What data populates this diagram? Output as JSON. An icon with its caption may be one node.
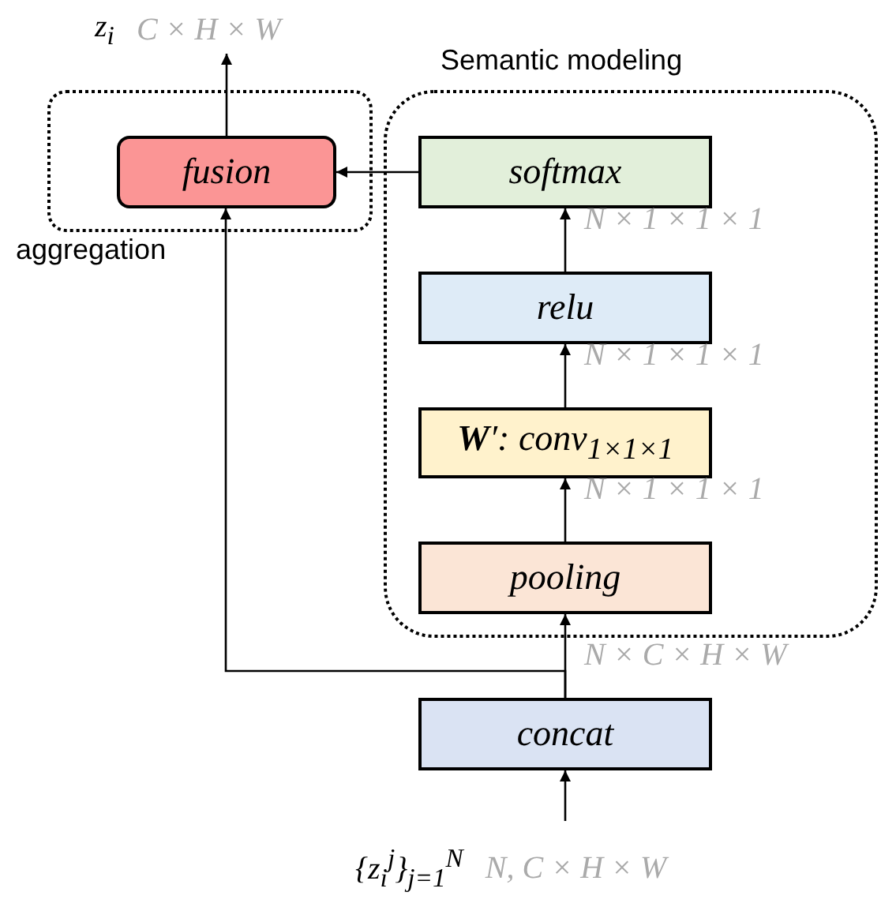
{
  "diagram": {
    "nodes": [
      {
        "text": [
          "aggregation"
        ]
      },
      {
        "text": [
          "fusion"
        ],
        "in": 0
      },
      {
        "text": [
          "Semantic modeling"
        ]
      },
      {
        "text": [
          "softmax"
        ],
        "in": 2
      },
      {
        "text": [
          "relu"
        ],
        "in": 2
      },
      {
        "text": [
          "**W**′: *conv*$_{1×1×1}$"
        ],
        "in": 2
      },
      {
        "text": [
          "pooling"
        ],
        "in": 2
      },
      {
        "text": [
          "concat"
        ]
      },
      {
        "text": [
          "{*z*$_{i}$$^{j}$}$_{j=1}$$^{N}$"
        ],
        "beside": [
          "N, C × H × W"
        ]
      },
      {
        "text": [
          "*z*$_{i}$"
        ],
        "beside": [
          "C × H × W"
        ]
      }
    ],
    "edges": [
      {
        "from": 1,
        "to": 9,
        "arrow": "to"
      },
      {
        "from": 3,
        "to": 1,
        "arrow": "to"
      },
      {
        "from": 4,
        "to": 3,
        "arrow": "to"
      },
      {
        "from": 5,
        "to": 4,
        "arrow": "to"
      },
      {
        "from": 6,
        "to": 5,
        "arrow": "to"
      },
      {
        "from": 7,
        "to": 6,
        "arrow": "to"
      },
      {
        "from": 7,
        "to": 1,
        "arrow": "to"
      },
      {
        "from": 8,
        "to": 7,
        "arrow": "to"
      }
    ],
    "labels": [
      "N × 1 × 1 × 1",
      "N × 1 × 1 × 1",
      "N × 1 × 1 × 1",
      "N × C × H × W"
    ]
  }
}
